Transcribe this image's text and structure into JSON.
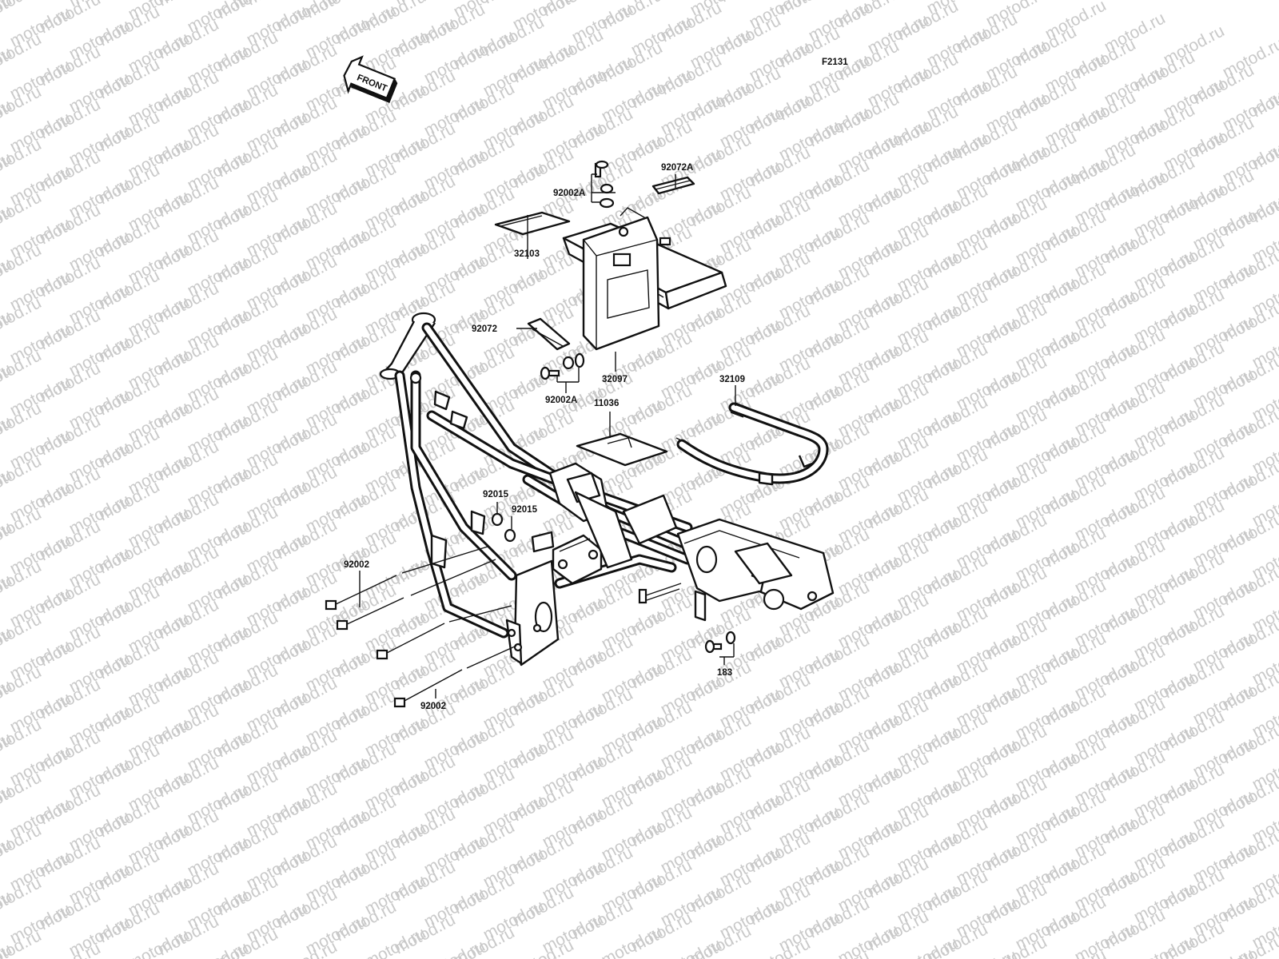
{
  "diagram": {
    "figure_code": "F2131",
    "direction_badge": "FRONT",
    "watermark_text": "motod.ru",
    "labels": {
      "p92072A": "92072A",
      "p92002A_top": "92002A",
      "p32103": "32103",
      "p92072": "92072",
      "p32097": "32097",
      "p92002A_mid": "92002A",
      "p32109": "32109",
      "p11036": "11036",
      "p92015_a": "92015",
      "p92015_b": "92015",
      "p92002_left": "92002",
      "p92002_bottom": "92002",
      "p183": "183"
    }
  }
}
